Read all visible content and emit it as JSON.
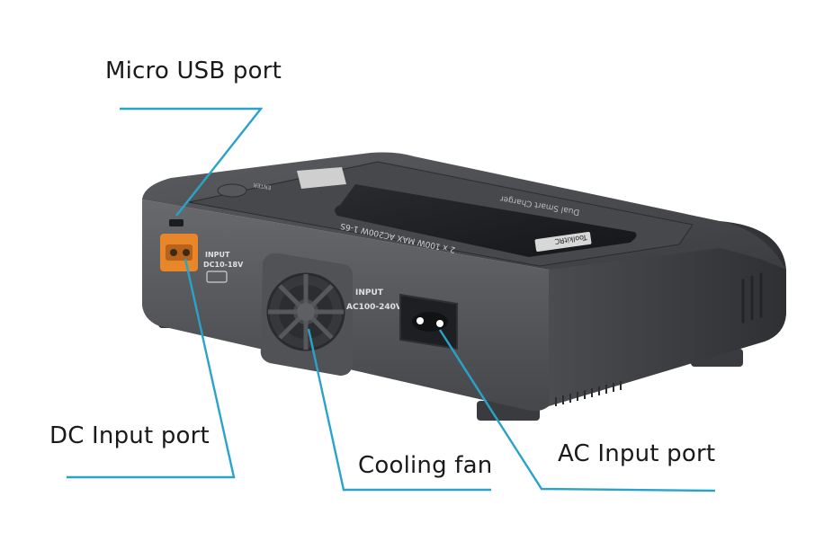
{
  "callouts": {
    "micro_usb": "Micro USB port",
    "dc_input": "DC Input port",
    "cooling_fan": "Cooling fan",
    "ac_input": "AC Input port"
  },
  "device": {
    "brand_badge": "ToolkitRC",
    "top_caption": "Dual Smart Charger",
    "power_caption": "2 x 100W MAX AC200W 1-6S",
    "dc_panel": {
      "line1": "INPUT",
      "line2": "DC10-18V"
    },
    "ac_panel": {
      "line1": "INPUT",
      "line2": "AC100-240V"
    },
    "button_caption": "ENTER"
  },
  "colors": {
    "callout_line": "#2aa3c9",
    "body_dark": "#3d3f42",
    "body_mid": "#5b5e62",
    "top_face": "#4a4c50",
    "screen": "#1c1d20",
    "xt60_orange": "#e8862a"
  }
}
